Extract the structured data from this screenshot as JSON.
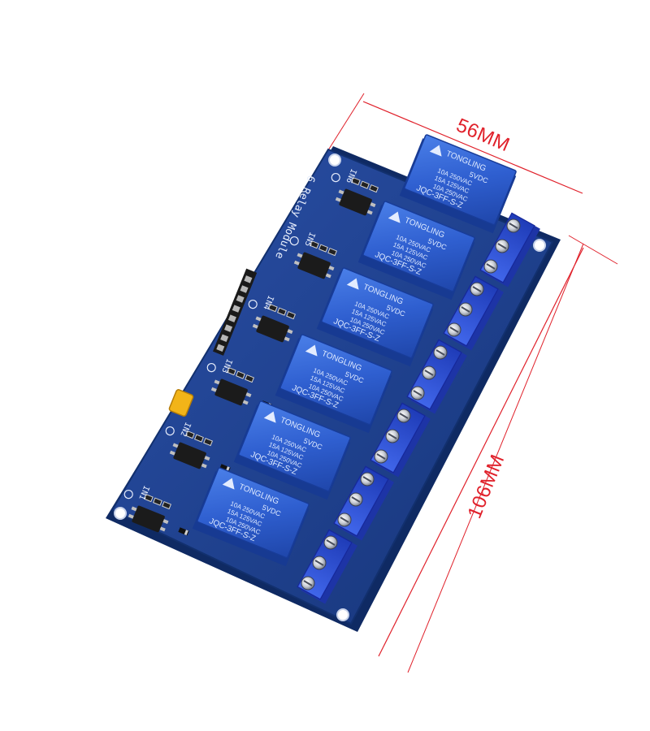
{
  "product": {
    "board_label": "6 Relay Module",
    "relay_brand": "TONGLING",
    "relay_voltage": "5VDC",
    "relay_rating_1": "10A 250VAC",
    "relay_rating_2": "15A 125VAC",
    "relay_rating_3": "10A 250VAC",
    "relay_model": "JQC-3FF-S-Z",
    "relay_count": 6,
    "input_labels": [
      "IN1",
      "IN2",
      "IN3",
      "IN4",
      "IN5",
      "IN6"
    ],
    "terminal_count": 18
  },
  "dimensions": {
    "width_label": "56MM",
    "length_label": "106MM"
  },
  "colors": {
    "pcb": "#1c3f8c",
    "pcb_edge": "#12306e",
    "relay": "#2f5fd0",
    "terminal": "#2d4fd6",
    "dimension_line": "#e0202a",
    "jumper": "#f2b418"
  }
}
